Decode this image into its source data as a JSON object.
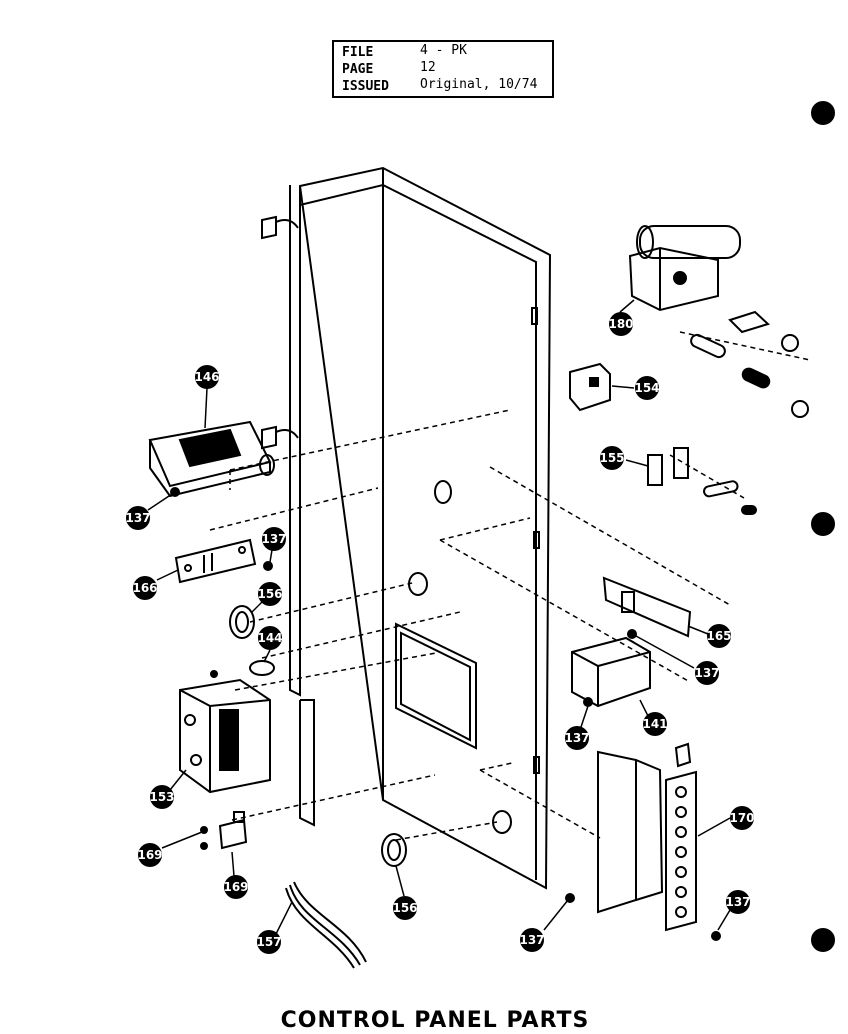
{
  "header": {
    "file_label": "FILE",
    "file_value": "4 - PK",
    "page_label": "PAGE",
    "page_value": "12",
    "issued_label": "ISSUED",
    "issued_value": "Original, 10/74"
  },
  "title": "CONTROL PANEL PARTS",
  "callouts": [
    "146",
    "137",
    "166",
    "137",
    "156",
    "144",
    "153",
    "169",
    "169",
    "157",
    "156",
    "180",
    "154",
    "155",
    "165",
    "137",
    "141",
    "137",
    "170",
    "137",
    "137"
  ]
}
